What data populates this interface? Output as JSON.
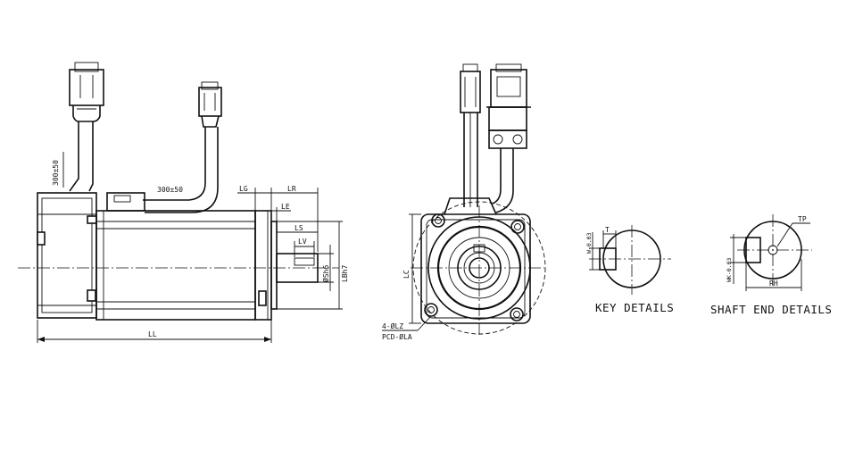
{
  "side_view": {
    "cable_length_left": "300±50",
    "cable_length_right": "300±50",
    "dim_LG": "LG",
    "dim_LR": "LR",
    "dim_LE": "LE",
    "dim_LS": "LS",
    "dim_LV": "LV",
    "dim_shaft_dia": "ØSh6",
    "dim_flange_dia": "LBh7",
    "dim_LL": "LL"
  },
  "front_view": {
    "dim_LC": "LC",
    "hole_spec_line1": "4-ØLZ",
    "hole_spec_line2": "PCD-ØLA"
  },
  "key_details": {
    "caption": "KEY DETAILS",
    "dim_T": "T",
    "dim_W": "W-0.03"
  },
  "shaft_end": {
    "caption": "SHAFT END DETAILS",
    "dim_TP": "TP",
    "dim_RH": "RH",
    "dim_WK": "WK-0.03"
  }
}
